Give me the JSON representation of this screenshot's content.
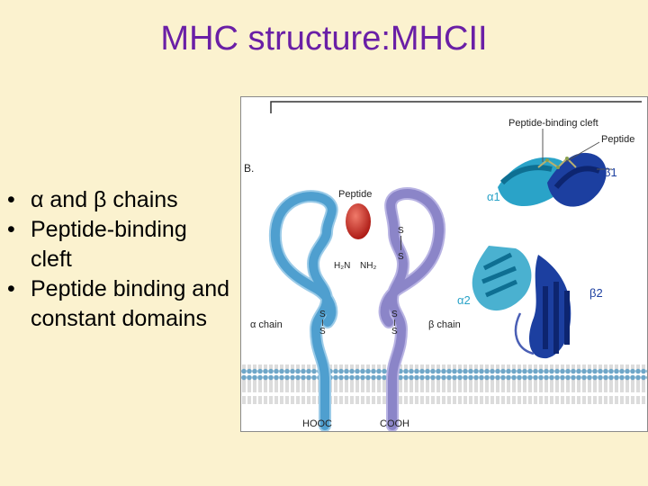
{
  "slide": {
    "title": "MHC structure:MHCII",
    "bullets": [
      {
        "marker": "•",
        "text": "α and β chains"
      },
      {
        "marker": "•",
        "text": "Peptide-binding cleft"
      },
      {
        "marker": "•",
        "text": "Peptide binding and constant domains"
      }
    ]
  },
  "figure": {
    "panel_label": "B.",
    "schematic": {
      "peptide": "Peptide",
      "h2n": "H₂N",
      "nh2": "NH₂",
      "alpha_chain": "α chain",
      "beta_chain": "β chain",
      "hooc": "HOOC",
      "cooh": "COOH",
      "s": "S"
    },
    "ribbon": {
      "cleft": "Peptide-binding cleft",
      "peptide": "Peptide",
      "alpha1": "α1",
      "beta1": "β1",
      "alpha2": "α2",
      "beta2": "β2"
    }
  },
  "colors": {
    "title": "#6a1fa6",
    "alpha_chain": "#5aa9d6",
    "beta_chain": "#8b85c8",
    "peptide": "#c8201f",
    "alpha_ribbon": "#2aa3c8",
    "beta_ribbon": "#1c3fa0",
    "membrane": "#6ea6c8"
  }
}
